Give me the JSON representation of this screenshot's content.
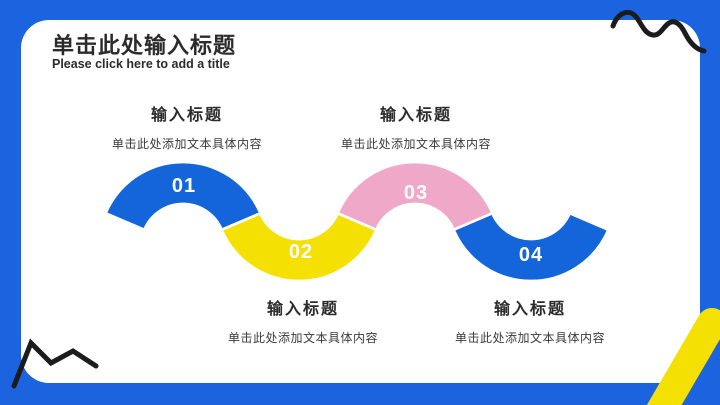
{
  "slide": {
    "title": "单击此处输入标题",
    "subtitle": "Please click here to add a title"
  },
  "steps": [
    {
      "number": "01",
      "title": "输入标题",
      "desc": "单击此处添加文本具体内容",
      "color": "#1365D9"
    },
    {
      "number": "02",
      "title": "输入标题",
      "desc": "单击此处添加文本具体内容",
      "color": "#F5E003"
    },
    {
      "number": "03",
      "title": "输入标题",
      "desc": "单击此处添加文本具体内容",
      "color": "#EFA8C8"
    },
    {
      "number": "04",
      "title": "输入标题",
      "desc": "单击此处添加文本具体内容",
      "color": "#1365D9"
    }
  ],
  "colors": {
    "background": "#1C64DF",
    "card": "#FFFFFF",
    "wave_blue": "#1365D9",
    "wave_yellow": "#F5E003",
    "wave_pink": "#EFA8C8",
    "seam": "#FFFFFF",
    "doodle_black": "#1C1C1C",
    "accent_yellow": "#F5E003",
    "number_text": "#FFFFFF",
    "title_text": "#2B2B2B"
  }
}
